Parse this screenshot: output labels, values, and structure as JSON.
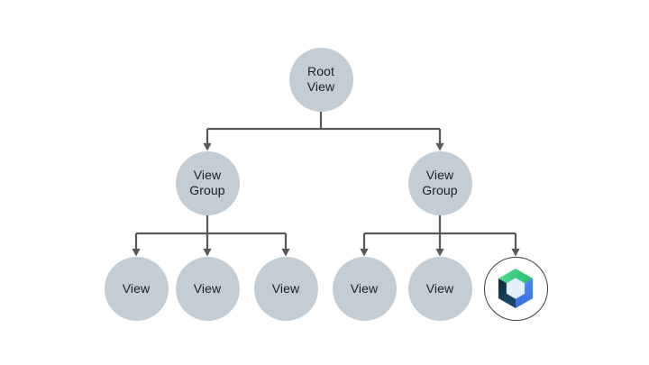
{
  "diagram": {
    "nodes": {
      "root": {
        "label": "Root View"
      },
      "group_left": {
        "label": "View Group"
      },
      "group_right": {
        "label": "View Group"
      },
      "view_a": {
        "label": "View"
      },
      "view_b": {
        "label": "View"
      },
      "view_c": {
        "label": "View"
      },
      "view_d": {
        "label": "View"
      },
      "view_e": {
        "label": "View"
      },
      "compose": {
        "label": "",
        "icon": "jetpack-compose-logo"
      }
    },
    "hierarchy": {
      "root": [
        "group_left",
        "group_right"
      ],
      "group_left": [
        "view_a",
        "view_b",
        "view_c"
      ],
      "group_right": [
        "view_d",
        "view_e",
        "compose"
      ]
    }
  },
  "colors": {
    "background": "#ffffff",
    "node_fill": "#c4cdd3",
    "node_text": "#1b1f22",
    "connector": "#54595d",
    "compose_ring": "#3c4043",
    "compose_green_1": "#4fdc8d",
    "compose_green_2": "#27bc74",
    "compose_blue_1": "#4c88f5",
    "compose_blue_2": "#3a6ede",
    "compose_navy_1": "#0b3140",
    "compose_navy_2": "#1d4a66",
    "compose_center": "#e3eff9"
  }
}
